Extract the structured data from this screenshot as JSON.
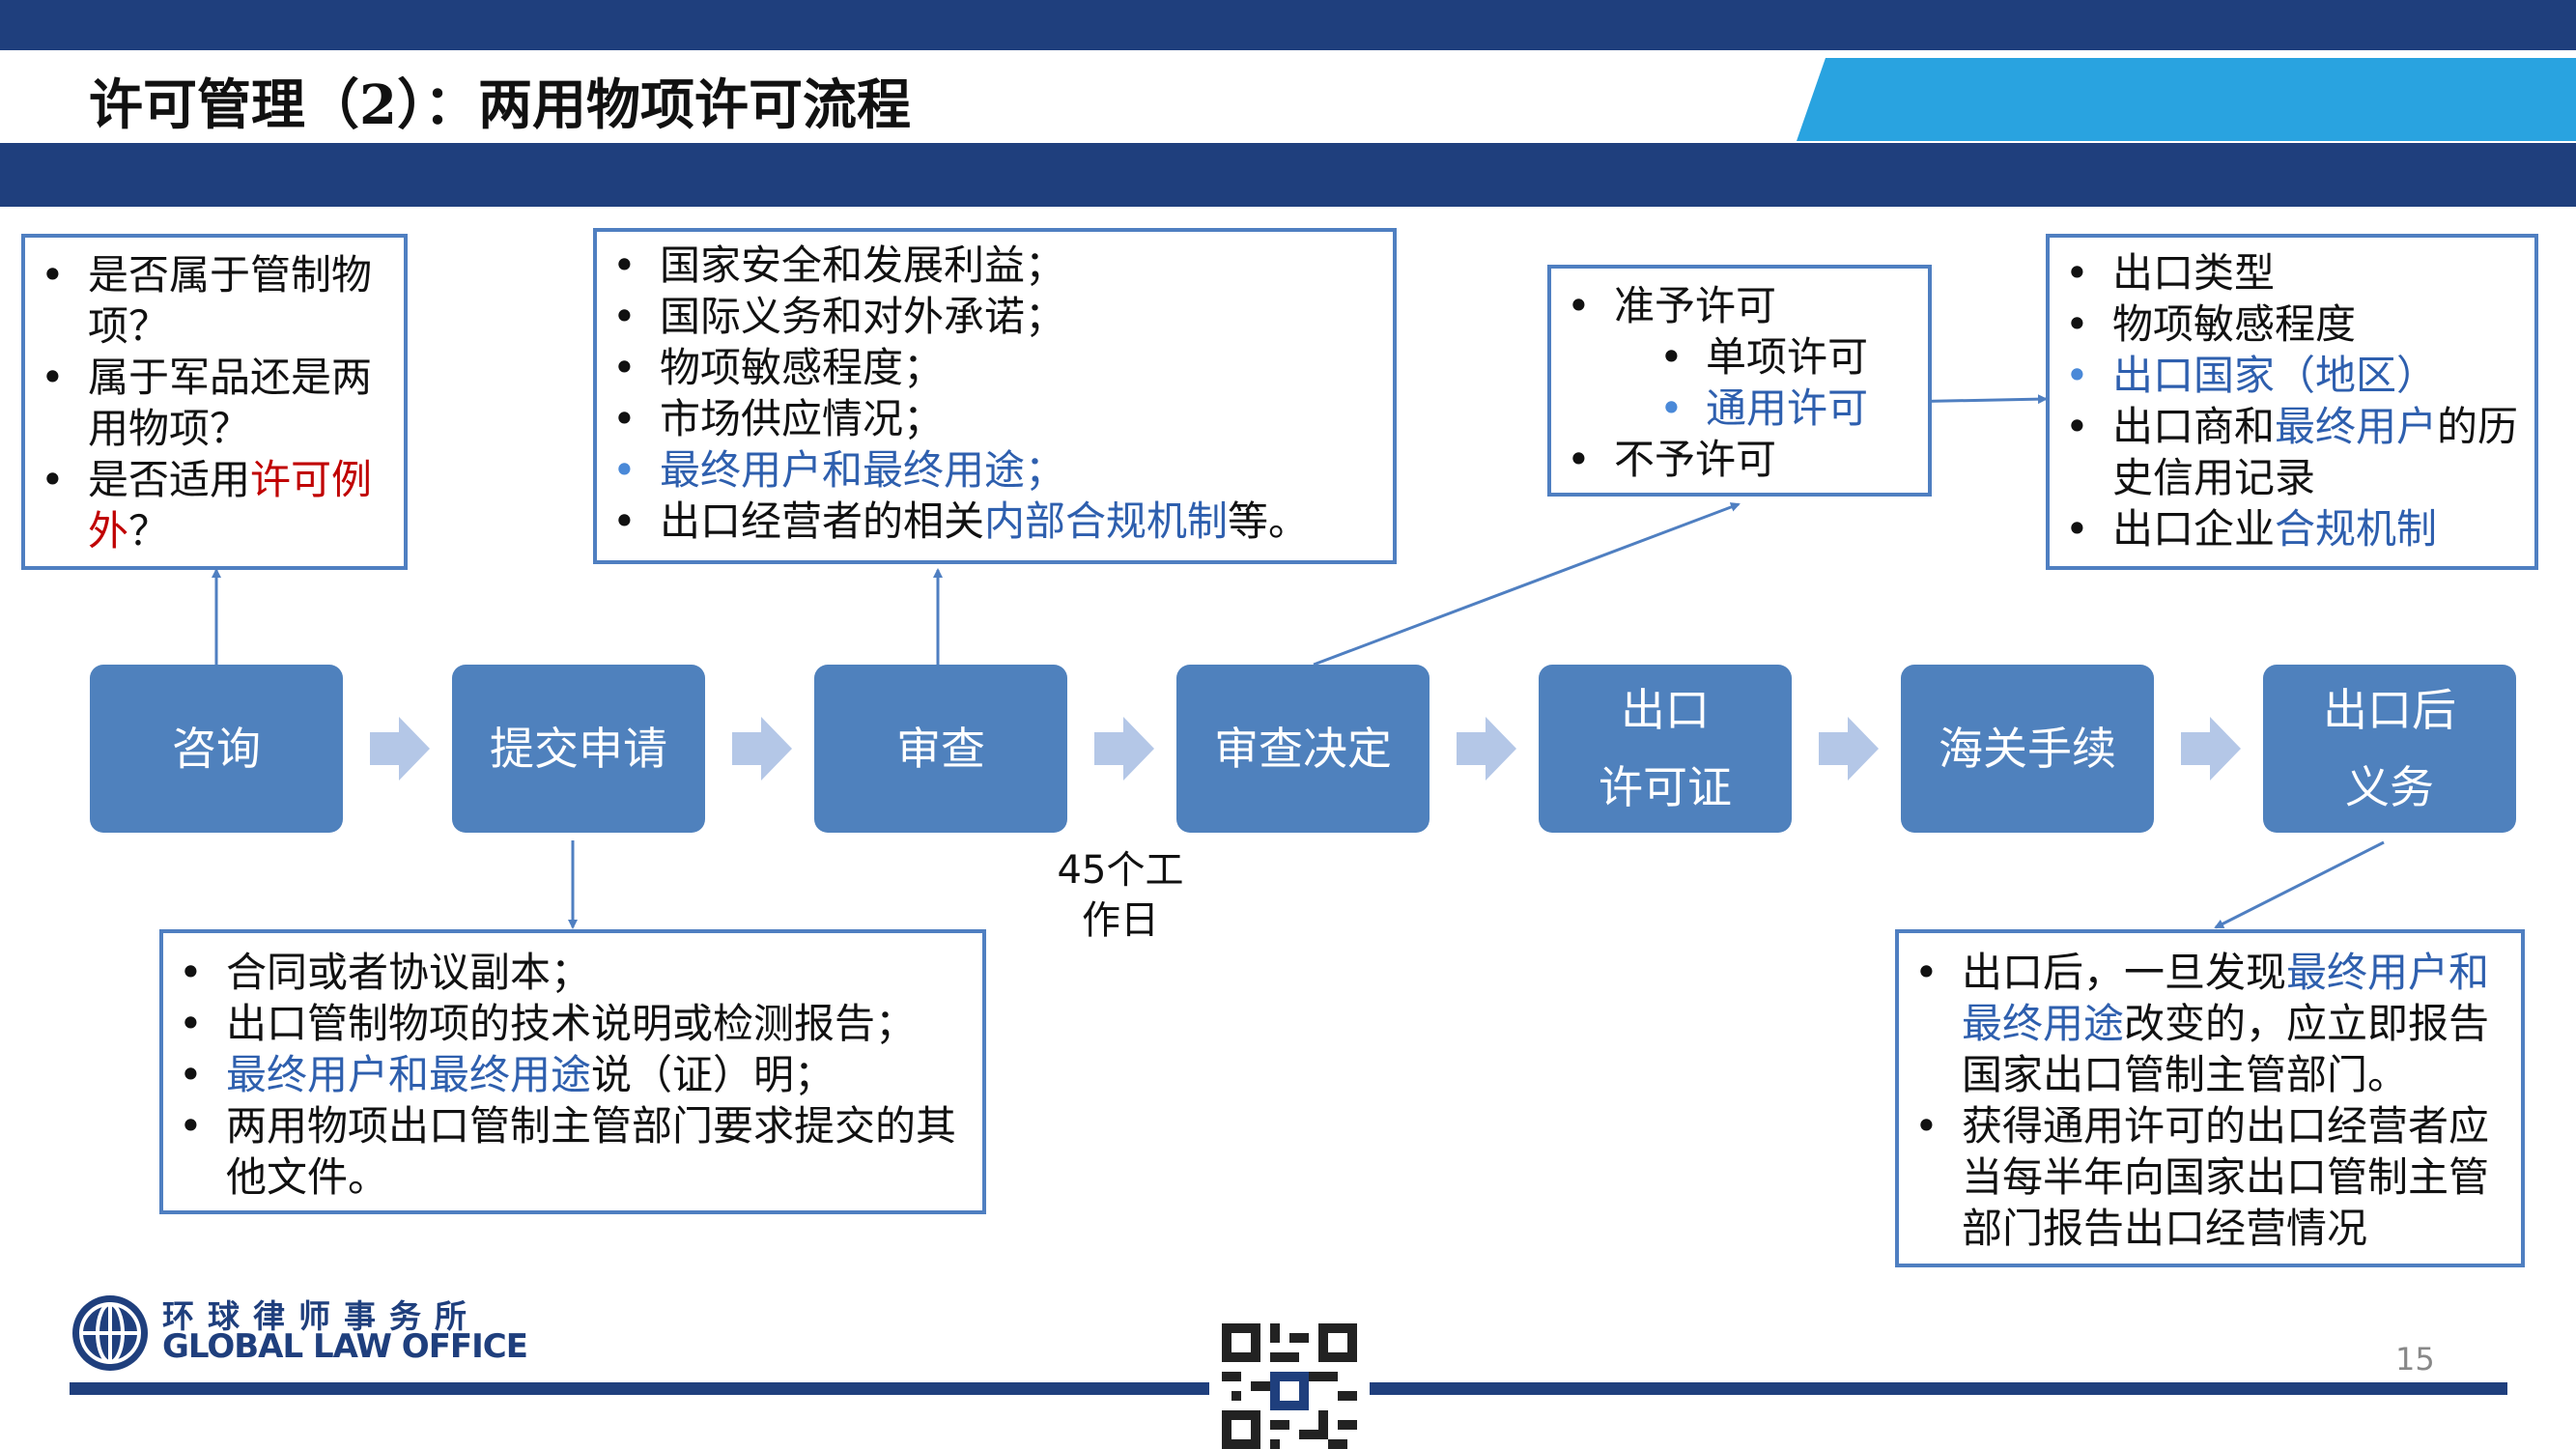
{
  "title": "许可管理（2）：两用物项许可流程",
  "steps": [
    "咨询",
    "提交申请",
    "审查",
    "审查决定",
    "出口\n许可证",
    "海关手续",
    "出口后\n义务"
  ],
  "consult_box": {
    "q1": "是否属于管制物项？",
    "q2": "属于军品还是两用物项？",
    "q3_prefix": "是否适用",
    "q3_red": "许可例外",
    "q3_suffix": "？"
  },
  "review_box": {
    "items": [
      "国家安全和发展利益；",
      "国际义务和对外承诺；",
      "物项敏感程度；",
      "市场供应情况；"
    ],
    "item5": "最终用户和最终用途；",
    "item6_prefix": "出口经营者的相关",
    "item6_hl": "内部合规机制",
    "item6_suffix": "等。"
  },
  "decision_box": {
    "grant": "准予许可",
    "single": "单项许可",
    "general": "通用许可",
    "deny": "不予许可"
  },
  "general_box": {
    "i1": "出口类型",
    "i2": "物项敏感程度",
    "i3": "出口国家（地区）",
    "i4_prefix": "出口商和",
    "i4_hl": "最终用户",
    "i4_suffix": "的历史信用记录",
    "i5_prefix": "出口企业",
    "i5_hl": "合规机制"
  },
  "submit_box": {
    "i1": "合同或者协议副本；",
    "i2": "出口管制物项的技术说明或检测报告；",
    "i3_hl": "最终用户和最终用途",
    "i3_suffix": "说（证）明；",
    "i4": "两用物项出口管制主管部门要求提交的其他文件。"
  },
  "post_box": {
    "i1_prefix": "出口后，一旦发现",
    "i1_hl": "最终用户和最终用途",
    "i1_suffix": "改变的，应立即报告国家出口管制主管部门。",
    "i2": "获得通用许可的出口经营者应当每半年向国家出口管制主管部门报告出口经营情况"
  },
  "day_note": "45个工作日",
  "logo": {
    "cn": "环球律师事务所",
    "en": "GLOBAL LAW OFFICE"
  },
  "page_number": "15",
  "colors": {
    "navy": "#1f3f7d",
    "sky": "#29a3e0",
    "step": "#4f81bd",
    "border": "#4f7fc1",
    "highlight": "#2e5fae",
    "red": "#c00000"
  }
}
